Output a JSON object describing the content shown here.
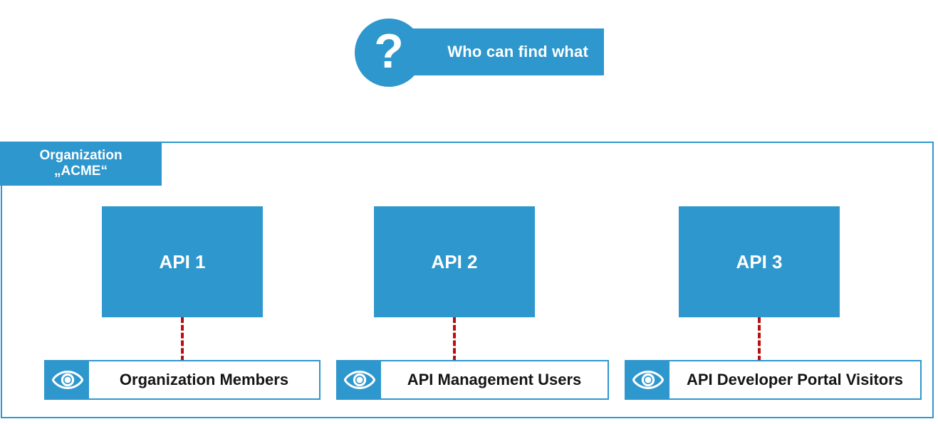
{
  "callout": {
    "icon": "question-mark-icon",
    "question_mark": "?",
    "title": "Who can find what"
  },
  "organization": {
    "label_line1": "Organization",
    "label_line2": "„ACME“"
  },
  "apis": [
    {
      "label": "API 1"
    },
    {
      "label": "API 2"
    },
    {
      "label": "API 3"
    }
  ],
  "audiences": [
    {
      "icon": "eye-icon",
      "label": "Organization Members"
    },
    {
      "icon": "eye-icon",
      "label": "API Management Users"
    },
    {
      "icon": "eye-icon",
      "label": "API Developer Portal Visitors"
    }
  ],
  "colors": {
    "brand_blue": "#2e97cd",
    "connector_red": "#b61010",
    "text_dark": "#151515",
    "background": "#ffffff"
  }
}
